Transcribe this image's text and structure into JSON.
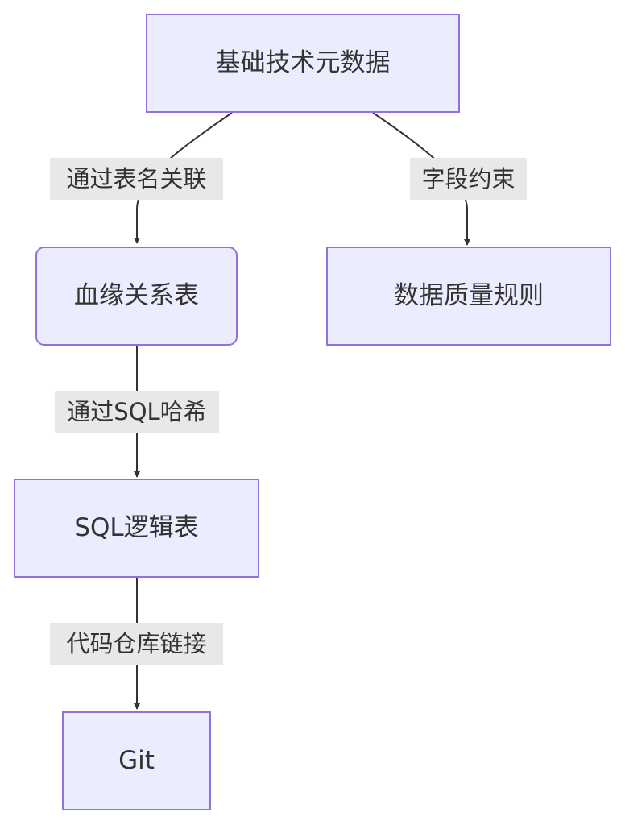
{
  "nodes": {
    "tech_metadata": "基础技术元数据",
    "lineage_table": "血缘关系表",
    "data_quality_rules": "数据质量规则",
    "sql_logic_table": "SQL逻辑表",
    "git": "Git"
  },
  "edges": {
    "metadata_to_lineage": "通过表名关联",
    "metadata_to_quality": "字段约束",
    "lineage_to_sql": "通过SQL哈希",
    "sql_to_git": "代码仓库链接"
  },
  "colors": {
    "node_fill": "#ECECFF",
    "node_stroke": "#9370DB",
    "edge": "#333333",
    "label_bg": "#E8E8E8"
  }
}
